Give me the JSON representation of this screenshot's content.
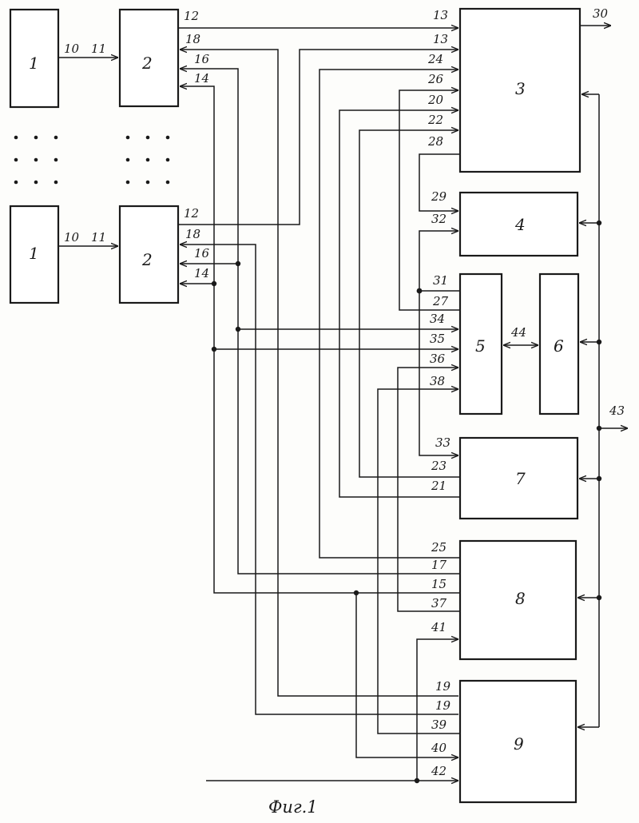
{
  "blocks": {
    "b1a": "1",
    "b1b": "1",
    "b2a": "2",
    "b2b": "2",
    "b3": "3",
    "b4": "4",
    "b5": "5",
    "b6": "6",
    "b7": "7",
    "b8": "8",
    "b9": "9"
  },
  "ports": {
    "p10a": "10",
    "p11a": "11",
    "p10b": "10",
    "p11b": "11",
    "p12a": "12",
    "p18a": "18",
    "p16a": "16",
    "p14a": "14",
    "p12b": "12",
    "p18b": "18",
    "p16b": "16",
    "p14b": "14",
    "p13a": "13",
    "p13b": "13",
    "p24": "24",
    "p26": "26",
    "p20": "20",
    "p22": "22",
    "p28": "28",
    "p30": "30",
    "p29": "29",
    "p32": "32",
    "p31": "31",
    "p27": "27",
    "p34": "34",
    "p35": "35",
    "p36": "36",
    "p38": "38",
    "p44": "44",
    "p33": "33",
    "p23": "23",
    "p21": "21",
    "p25": "25",
    "p17": "17",
    "p15": "15",
    "p37": "37",
    "p41": "41",
    "p19a": "19",
    "p19b": "19",
    "p39": "39",
    "p40": "40",
    "p42": "42",
    "p43": "43"
  },
  "caption": "Фиг.1"
}
